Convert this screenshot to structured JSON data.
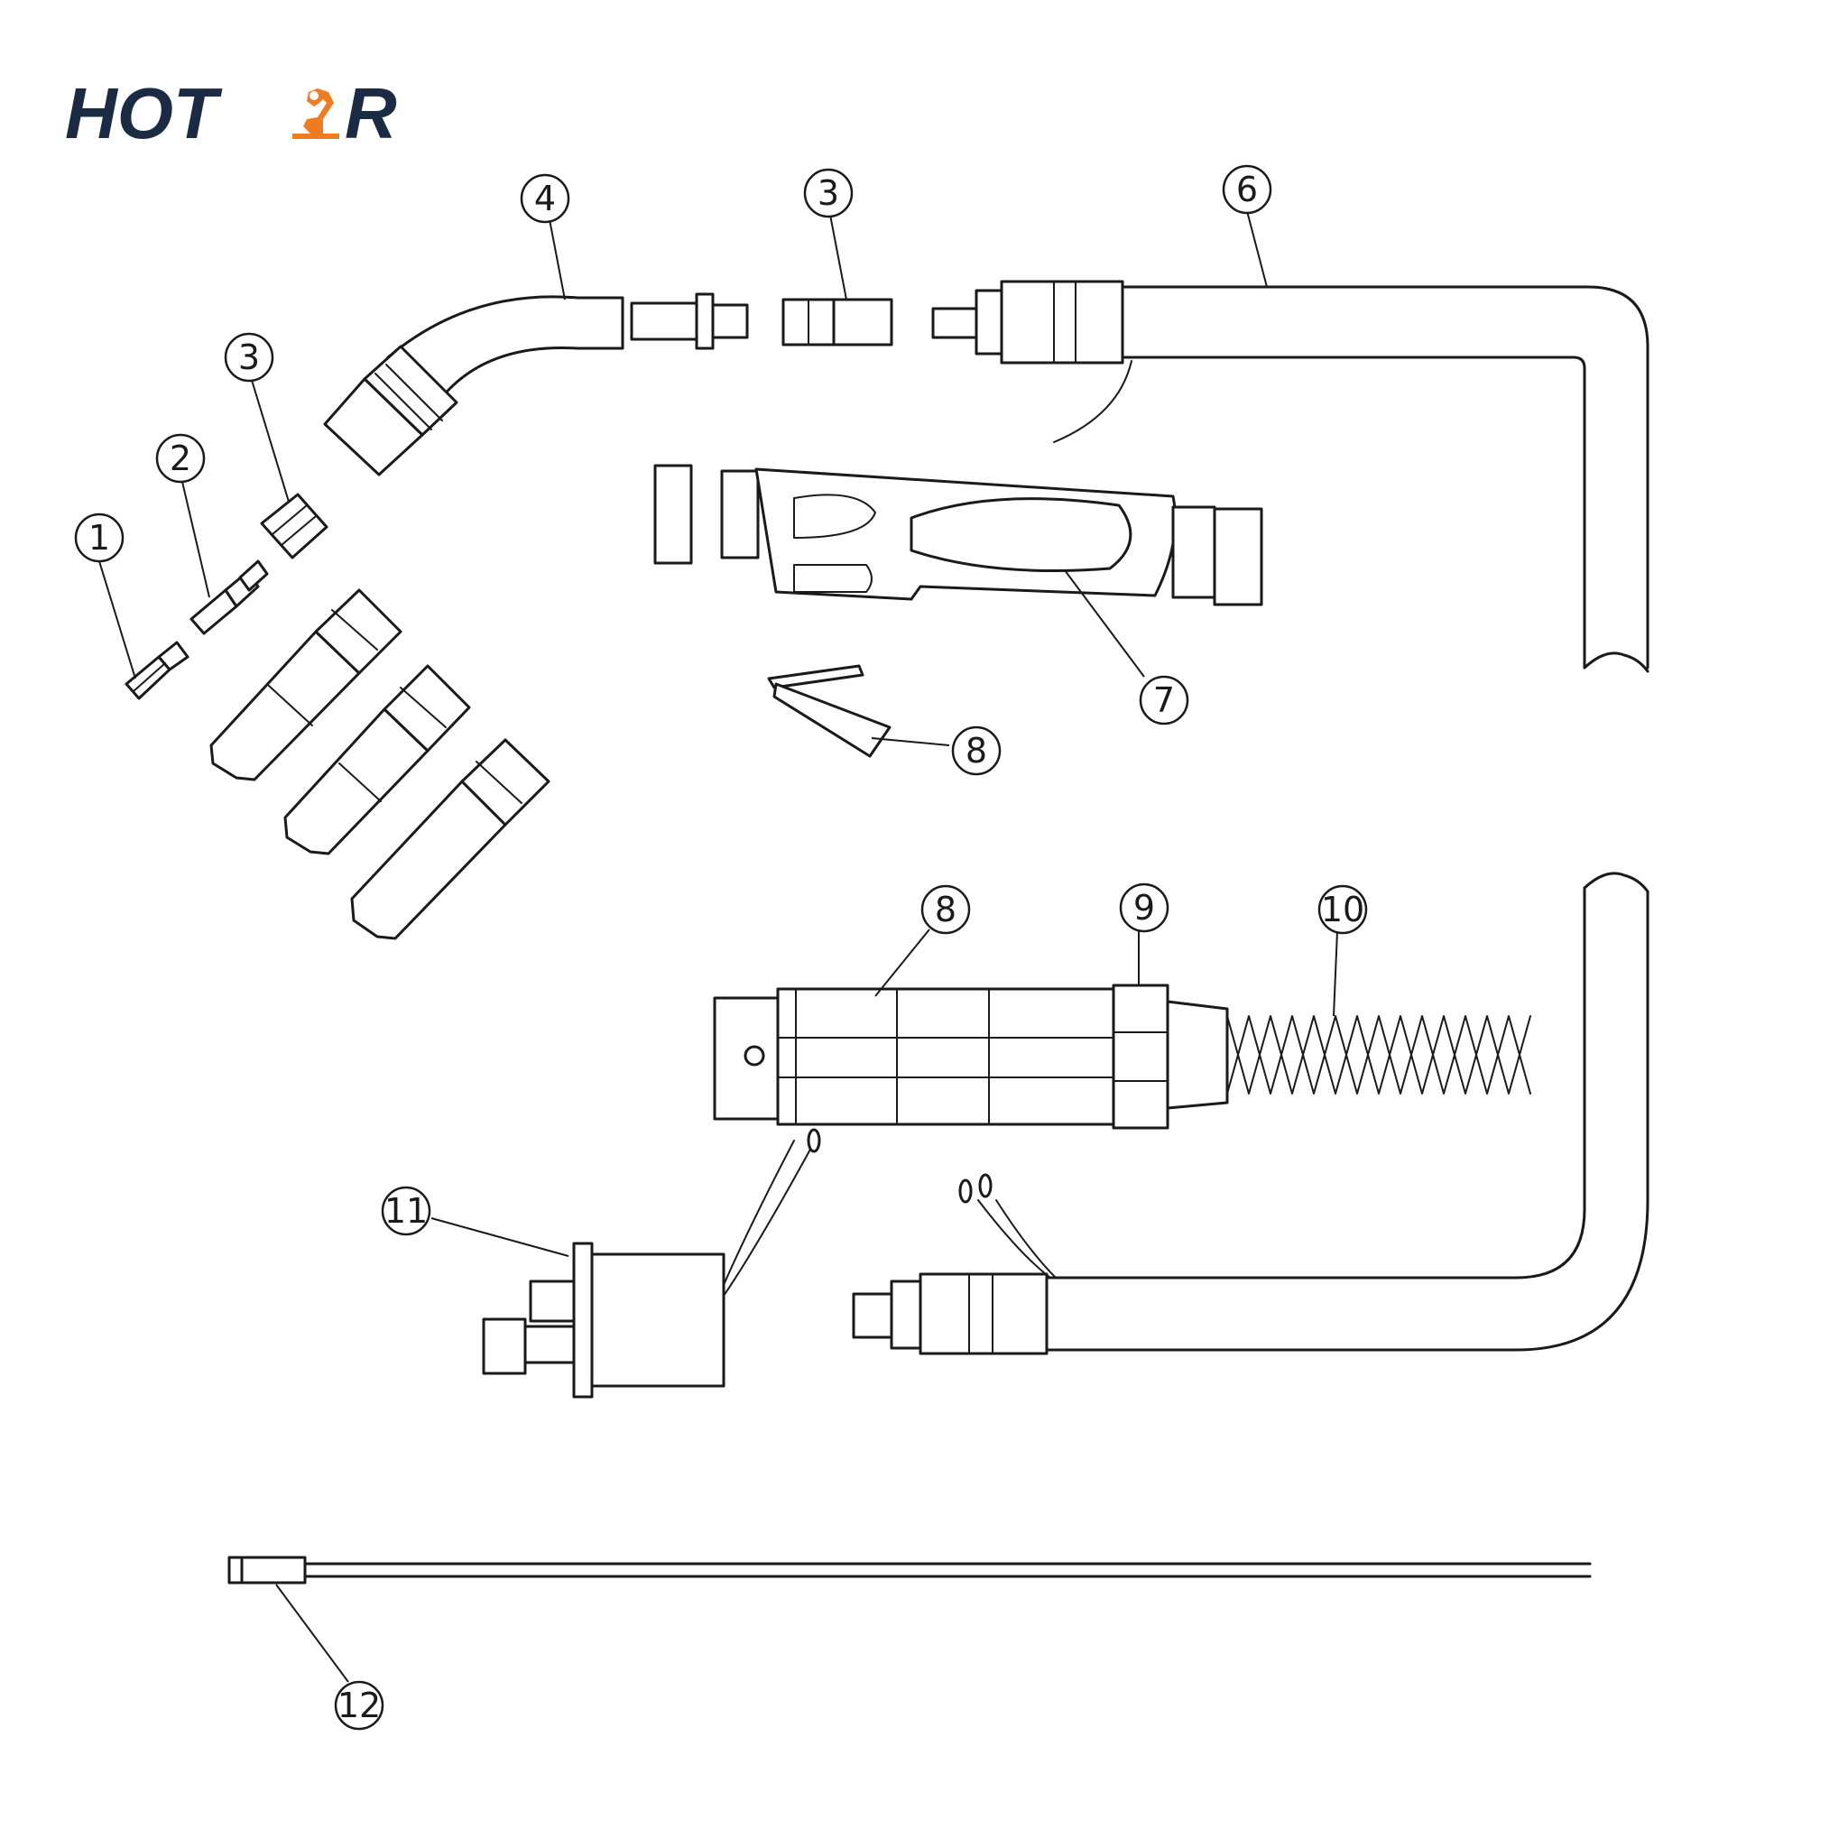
{
  "brand": {
    "name_left": "HOT",
    "name_right": "R",
    "color_dark": "#1c2b44",
    "color_accent": "#f07c22",
    "logo_icon": "robot-arm-icon"
  },
  "callouts": [
    {
      "id": "c1",
      "label": "1"
    },
    {
      "id": "c2",
      "label": "2"
    },
    {
      "id": "c3a",
      "label": "3"
    },
    {
      "id": "c4",
      "label": "4"
    },
    {
      "id": "c3b",
      "label": "3"
    },
    {
      "id": "c6",
      "label": "6"
    },
    {
      "id": "c7",
      "label": "7"
    },
    {
      "id": "c8a",
      "label": "8"
    },
    {
      "id": "c8b",
      "label": "8"
    },
    {
      "id": "c9",
      "label": "9"
    },
    {
      "id": "c10",
      "label": "10"
    },
    {
      "id": "c11",
      "label": "11"
    },
    {
      "id": "c12",
      "label": "12"
    }
  ]
}
